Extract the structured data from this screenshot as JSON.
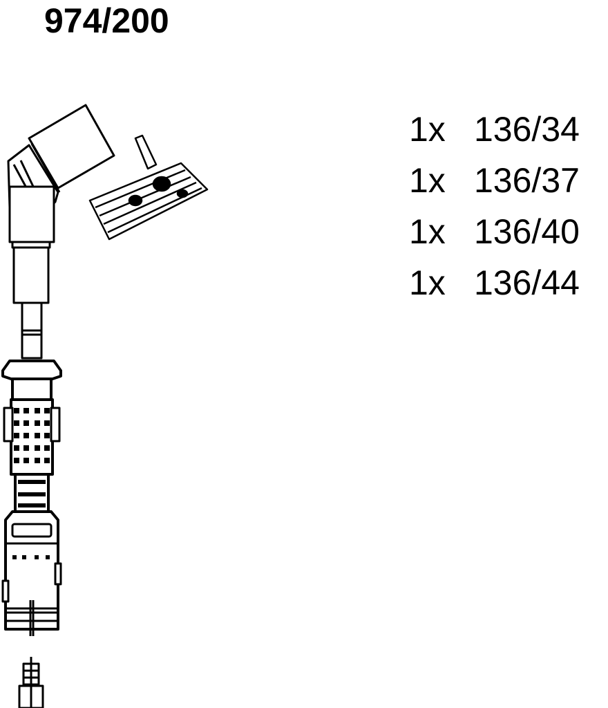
{
  "header": {
    "part_number": "974/200"
  },
  "parts_list": [
    {
      "qty": "1x",
      "code": "136/34"
    },
    {
      "qty": "1x",
      "code": "136/37"
    },
    {
      "qty": "1x",
      "code": "136/40"
    },
    {
      "qty": "1x",
      "code": "136/44"
    }
  ],
  "drawing": {
    "subject": "ignition-cable-with-angled-spark-plug-connector",
    "stroke_color": "#000000",
    "background_color": "#ffffff"
  }
}
